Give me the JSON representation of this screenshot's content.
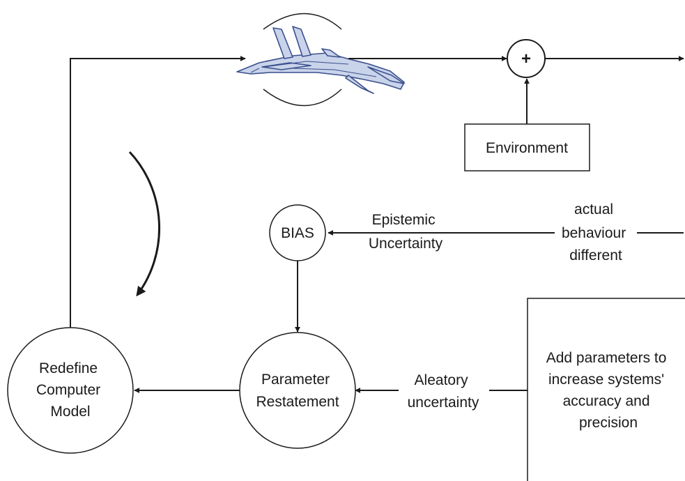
{
  "nodes": {
    "environment": "Environment",
    "bias": "BIAS",
    "parameter_restatement": [
      "Parameter",
      "Restatement"
    ],
    "redefine_model": [
      "Redefine",
      "Computer",
      "Model"
    ],
    "add_parameters": [
      "Add parameters to",
      "increase systems'",
      "accuracy and",
      "precision"
    ],
    "summing_junction": "+"
  },
  "edge_labels": {
    "epistemic": [
      "Epistemic",
      "Uncertainty"
    ],
    "actual_behaviour": [
      "actual",
      "behaviour",
      "different"
    ],
    "aleatory": [
      "Aleatory",
      "uncertainty"
    ]
  },
  "icons": {
    "aircraft": "jet-aircraft-icon",
    "cycle": "cycle-arrow-icon"
  },
  "colors": {
    "line": "#1a1a1a",
    "aircraft_fill": "#c9d3ea",
    "aircraft_stroke": "#3a4f8c"
  }
}
